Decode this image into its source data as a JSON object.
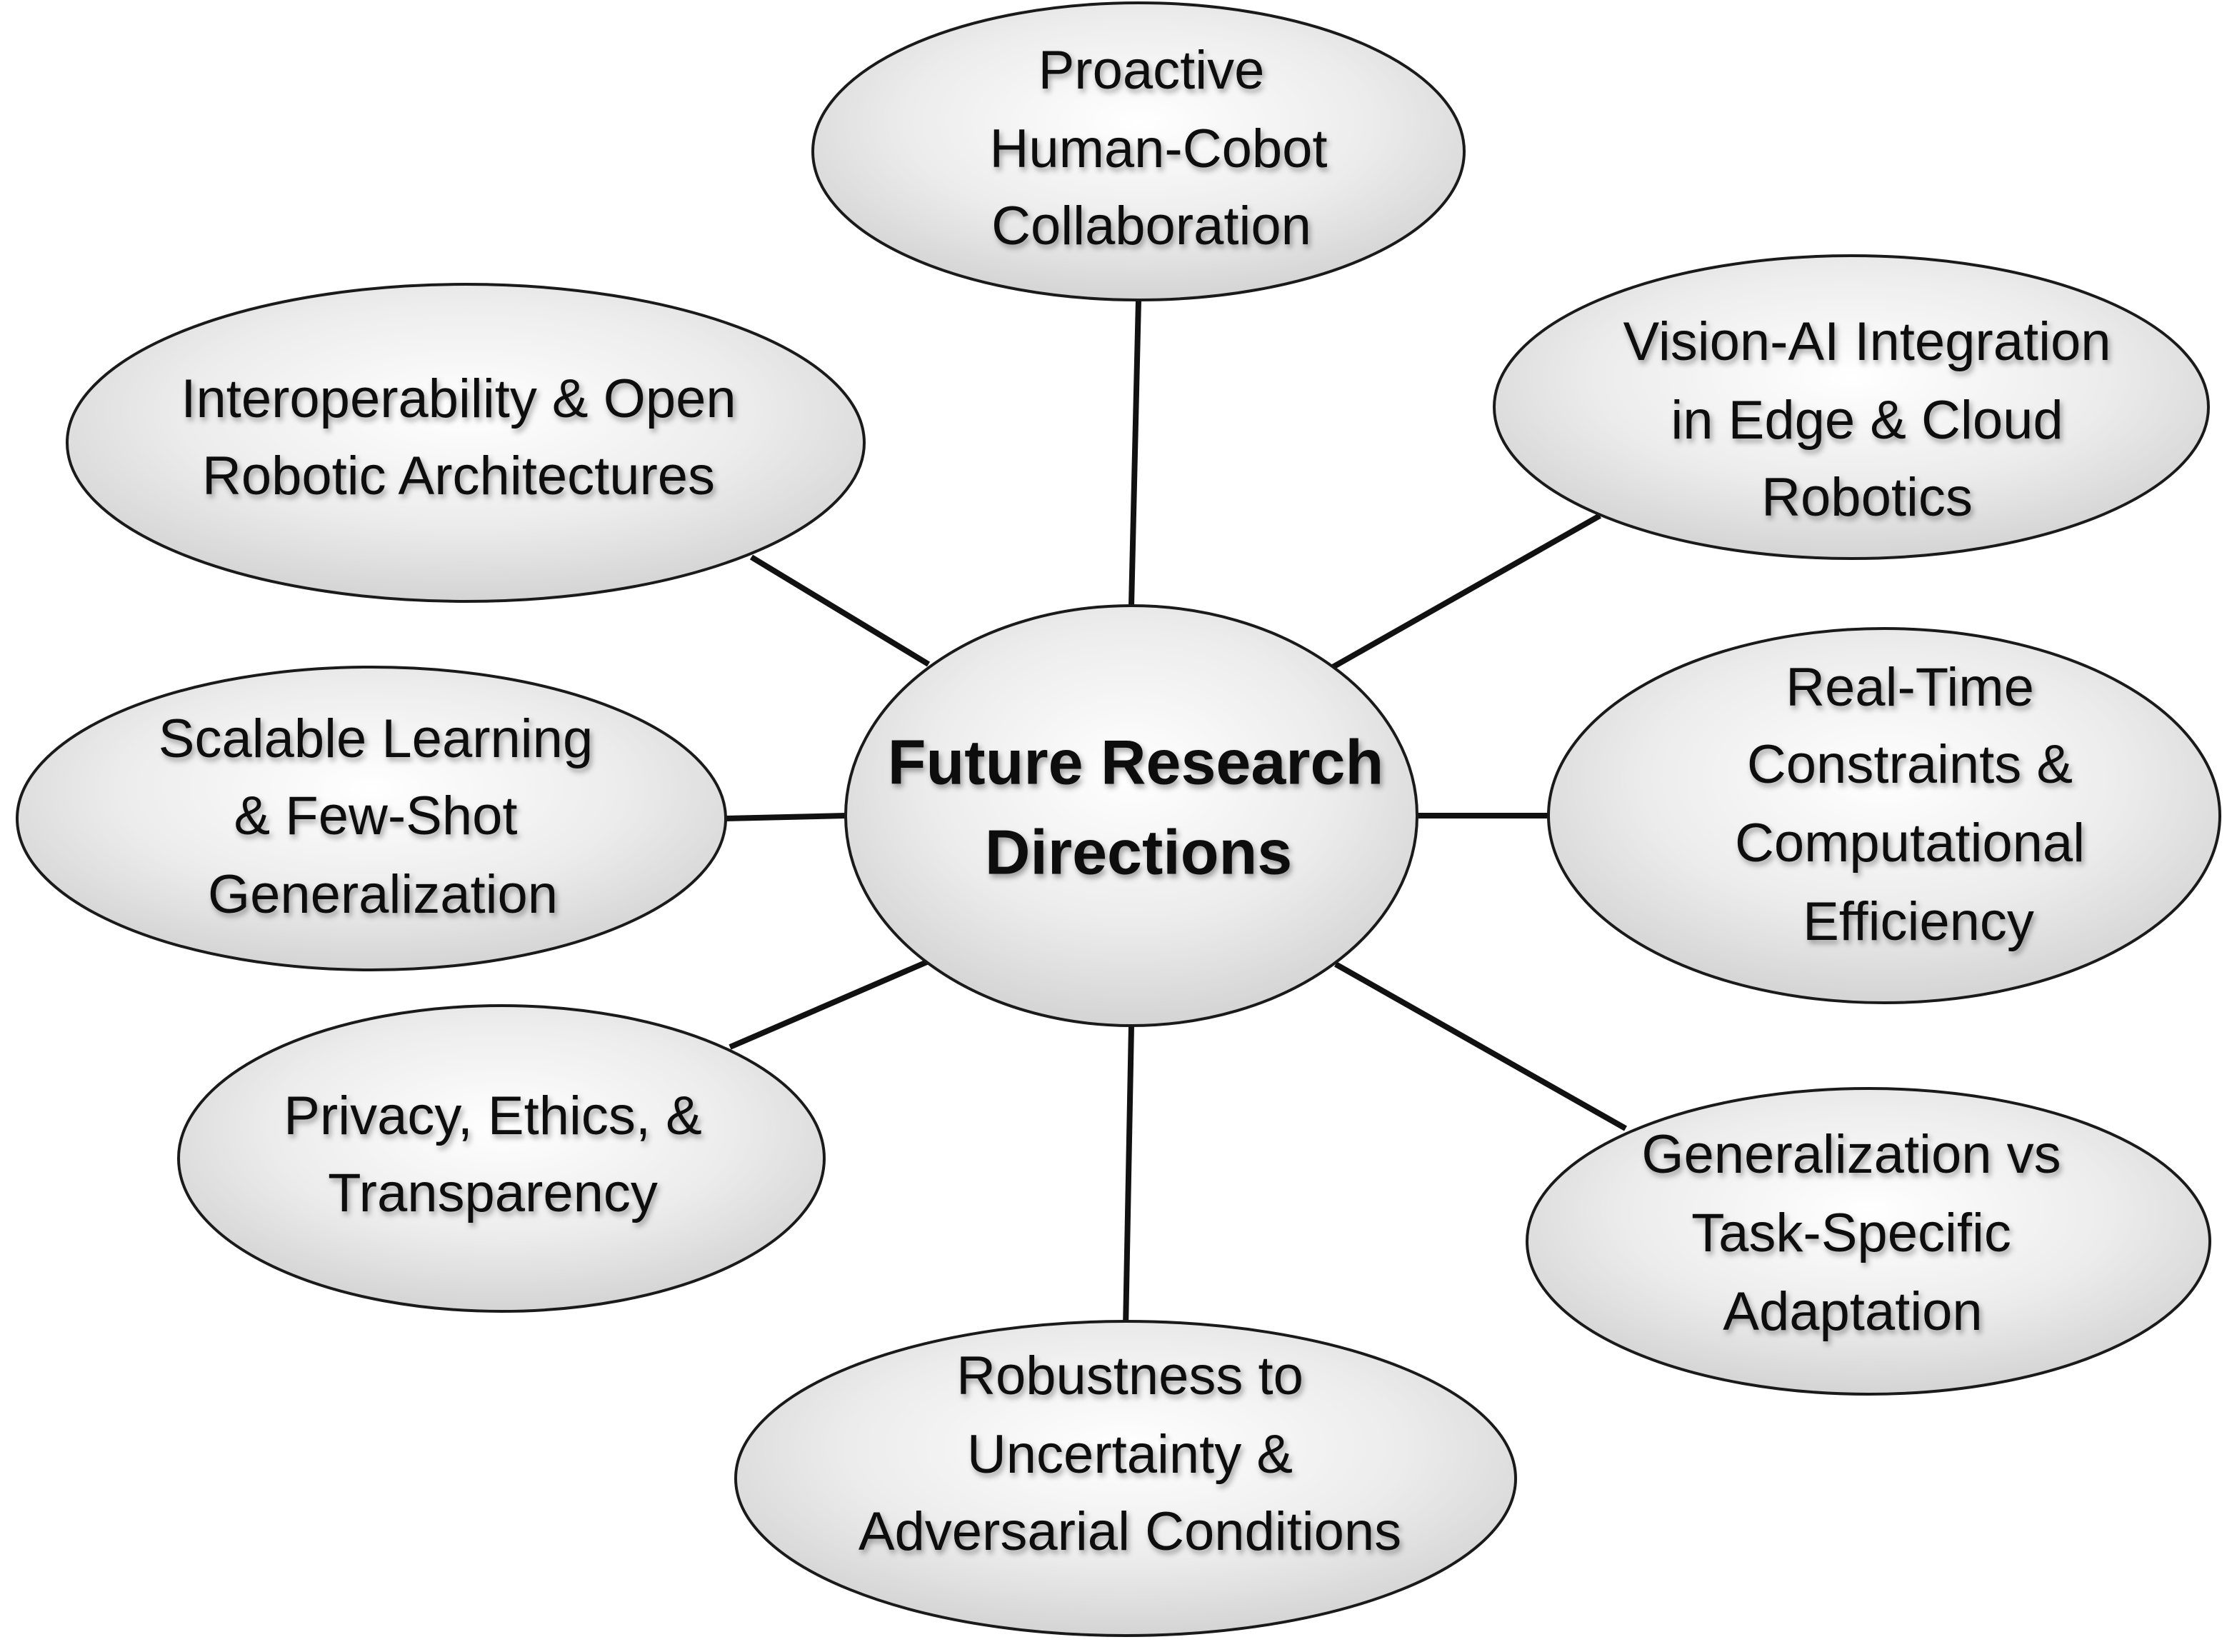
{
  "center": {
    "lines": [
      "Future Research",
      "Directions"
    ]
  },
  "nodes": [
    {
      "id": "proactive-collaboration",
      "lines": [
        "Proactive",
        "Human-Cobot",
        "Collaboration"
      ]
    },
    {
      "id": "vision-ai-integration",
      "lines": [
        "Vision-AI Integration",
        "in Edge & Cloud",
        "Robotics"
      ]
    },
    {
      "id": "real-time-constraints",
      "lines": [
        "Real-Time",
        "Constraints &",
        "Computational",
        "Efficiency"
      ]
    },
    {
      "id": "generalization-vs-adaptation",
      "lines": [
        "Generalization vs",
        "Task-Specific",
        "Adaptation"
      ]
    },
    {
      "id": "robustness",
      "lines": [
        "Robustness to",
        "Uncertainty &",
        "Adversarial Conditions"
      ]
    },
    {
      "id": "privacy-ethics",
      "lines": [
        "Privacy, Ethics, &",
        "Transparency"
      ]
    },
    {
      "id": "scalable-learning",
      "lines": [
        "Scalable Learning",
        "& Few-Shot",
        "Generalization"
      ]
    },
    {
      "id": "interoperability",
      "lines": [
        "Interoperability & Open",
        "Robotic Architectures"
      ]
    }
  ],
  "colors": {
    "node_fill_light": "#fafafa",
    "node_fill_dark": "#d4d4d4",
    "stroke": "#1a1a1a",
    "text": "#111111"
  }
}
